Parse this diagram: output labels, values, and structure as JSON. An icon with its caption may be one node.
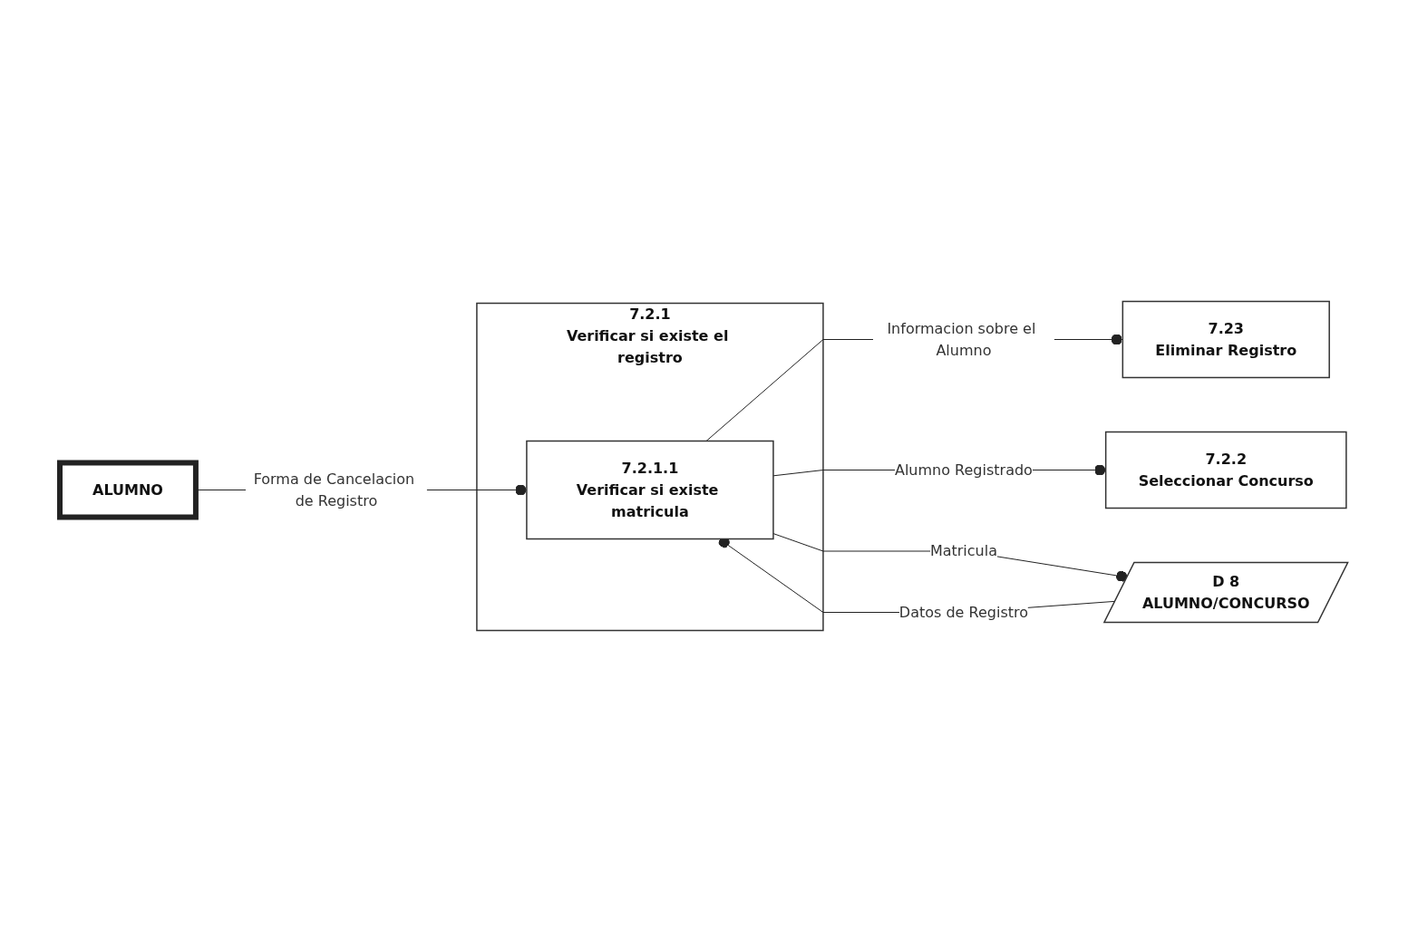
{
  "diagram": {
    "nodes": [
      {
        "text": [
          "ALUMNO"
        ]
      },
      {
        "text": [
          "7.2.1",
          "Verificar si existe el registro"
        ]
      },
      {
        "text": [
          "7.2.1.1",
          "Verificar si existe matricula"
        ],
        "in": 1
      },
      {
        "text": [
          "7.23",
          "Eliminar Registro"
        ]
      },
      {
        "text": [
          "7.2.2",
          "Seleccionar Concurso"
        ]
      },
      {
        "text": [
          "D 8",
          "ALUMNO/CONCURSO"
        ]
      }
    ],
    "edges": [
      {
        "from": 0,
        "to": 2,
        "arrow": "other",
        "label": "Forma de Cancelacion de Registro"
      },
      {
        "from": 2,
        "to": 3,
        "arrow": "other",
        "label": "Informacion sobre el Alumno"
      },
      {
        "from": 2,
        "to": 4,
        "arrow": "other",
        "label": "Alumno Registrado"
      },
      {
        "from": 2,
        "to": 5,
        "arrow": "other",
        "label": "Matricula"
      },
      {
        "from": 5,
        "to": 2,
        "arrow": "other",
        "label": "Datos de Registro"
      }
    ]
  }
}
